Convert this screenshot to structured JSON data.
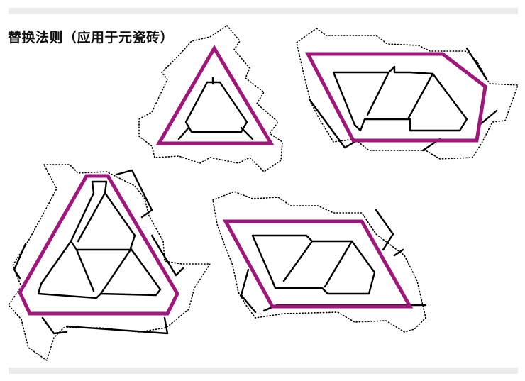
{
  "header": {
    "title": "替换法则（应用于元瓷砖）"
  },
  "colors": {
    "boundary": "#a0167a",
    "tile_stroke": "#000000",
    "bar": "#ebebeb"
  },
  "figures": [
    {
      "name": "rule-triangle-small"
    },
    {
      "name": "rule-hexagon-parallelogram-top"
    },
    {
      "name": "rule-triangle-large"
    },
    {
      "name": "rule-parallelogram-bottom"
    }
  ]
}
